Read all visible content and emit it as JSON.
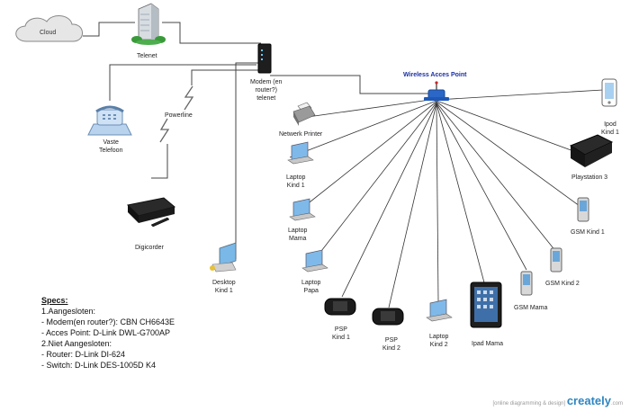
{
  "labels": {
    "cloud": "Cloud",
    "telenet": "Telenet",
    "modem": "Modem (en\nrouter?)\ntelenet",
    "access_point": "Wireless Acces Point",
    "vaste_telefoon": "Vaste\nTelefoon",
    "powerline": "Powerline",
    "digicorder": "Digicorder",
    "desktop_kind1": "Desktop\nKind 1",
    "netwerk_printer": "Netwerk Printer",
    "laptop_kind1": "Laptop\nKind 1",
    "laptop_mama": "Laptop\nMama",
    "laptop_papa": "Laptop\nPapa",
    "psp_kind1": "PSP\nKind 1",
    "psp_kind2": "PSP\nKind 2",
    "laptop_kind2": "Laptop\nKind 2",
    "ipad_mama": "Ipad Mama",
    "gsm_mama": "GSM Mama",
    "gsm_kind2": "GSM Kind 2",
    "gsm_kind1": "GSM Kind 1",
    "playstation3": "Playstation 3",
    "ipod_kind1": "Ipod\nKind 1"
  },
  "specs": {
    "title": "Specs:",
    "lines": [
      "1.Aangesloten:",
      "- Modem(en router?): CBN CH6643E",
      "- Acces Point: D-Link DWL-G700AP",
      "2.Niet Aangesloten:",
      "- Router: D-Link DI-624",
      "- Switch: D-Link DES-1005D K4"
    ]
  },
  "watermark": {
    "note": "[online diagramming & design]",
    "brand": "creately",
    "suffix": ".com"
  },
  "colors": {
    "wire": "#444444",
    "ap_label": "#1a2fa0",
    "brand": "#2e86c1"
  }
}
